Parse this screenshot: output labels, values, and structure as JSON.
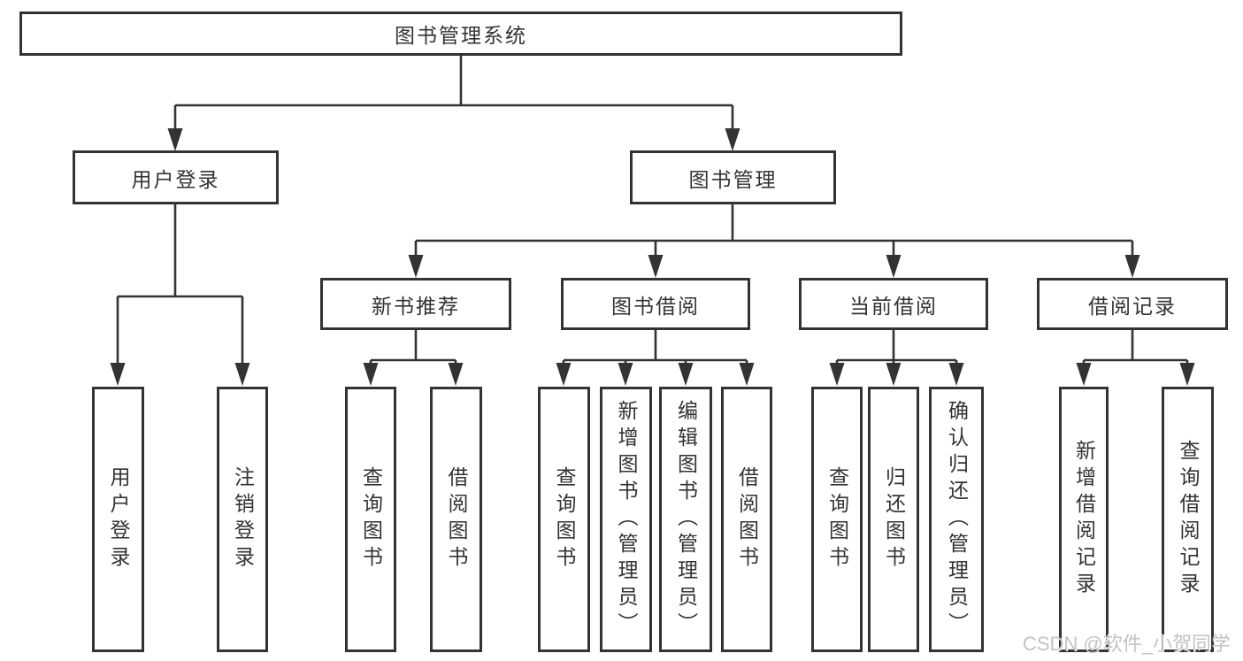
{
  "tree": {
    "label": "图书管理系统",
    "children": [
      {
        "label": "用户登录",
        "children": [
          {
            "label": "用户登录"
          },
          {
            "label": "注销登录"
          }
        ]
      },
      {
        "label": "图书管理",
        "children": [
          {
            "label": "新书推荐",
            "children": [
              {
                "label": "查询图书"
              },
              {
                "label": "借阅图书"
              }
            ]
          },
          {
            "label": "图书借阅",
            "children": [
              {
                "label": "查询图书"
              },
              {
                "label": "新增图书（管理员）"
              },
              {
                "label": "编辑图书（管理员）"
              },
              {
                "label": "借阅图书"
              }
            ]
          },
          {
            "label": "当前借阅",
            "children": [
              {
                "label": "查询图书"
              },
              {
                "label": "归还图书"
              },
              {
                "label": "确认归还（管理员）"
              }
            ]
          },
          {
            "label": "借阅记录",
            "children": [
              {
                "label": "新增借阅记录"
              },
              {
                "label": "查询借阅记录"
              }
            ]
          }
        ]
      }
    ]
  },
  "watermark": {
    "text": "CSDN @软件_小贺同学"
  },
  "colors": {
    "line": "#333333",
    "text": "#333333",
    "box_background": "#ffffff",
    "watermark": "#c3c3c3",
    "background": "#ffffff"
  }
}
